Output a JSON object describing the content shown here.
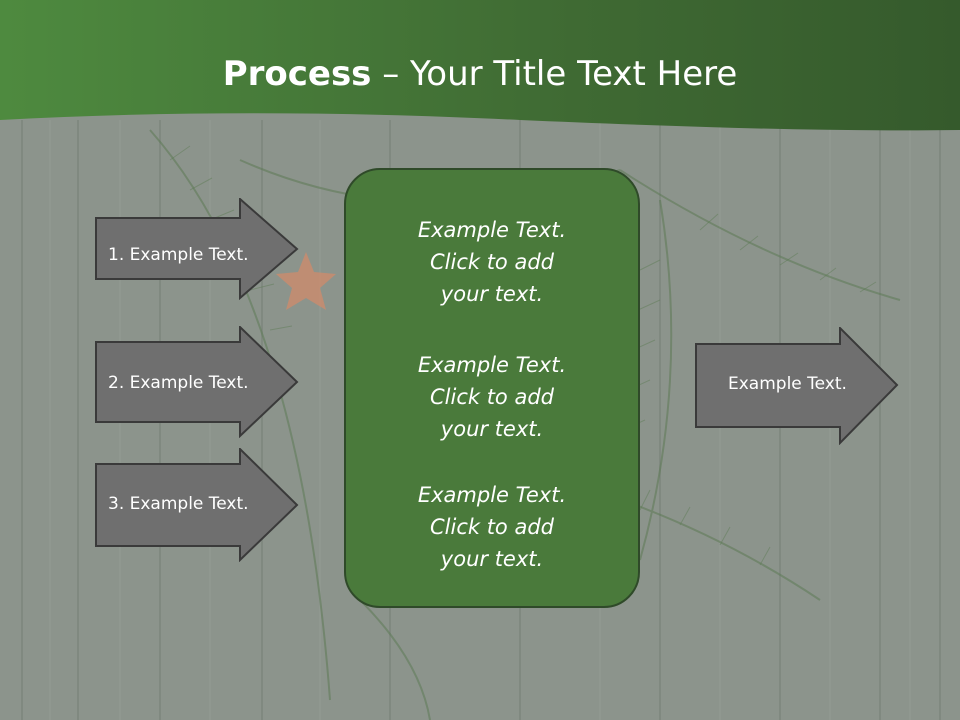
{
  "title": {
    "bold": "Process",
    "rest": " – Your Title Text Here"
  },
  "left_arrows": [
    {
      "label": "1. Example Text."
    },
    {
      "label": "2. Example Text."
    },
    {
      "label": "3. Example Text."
    }
  ],
  "center_box": {
    "blocks": [
      {
        "line1": "Example Text.",
        "line2": "Click  to add",
        "line3": "your text."
      },
      {
        "line1": "Example Text.",
        "line2": "Click  to add",
        "line3": "your text."
      },
      {
        "line1": "Example Text.",
        "line2": "Click  to add",
        "line3": "your text."
      }
    ]
  },
  "right_arrow": {
    "label": "Example Text."
  },
  "colors": {
    "header_green": "#4c7f3b",
    "box_green": "#4a7a3b",
    "arrow_gray": "#6f6f6f"
  }
}
